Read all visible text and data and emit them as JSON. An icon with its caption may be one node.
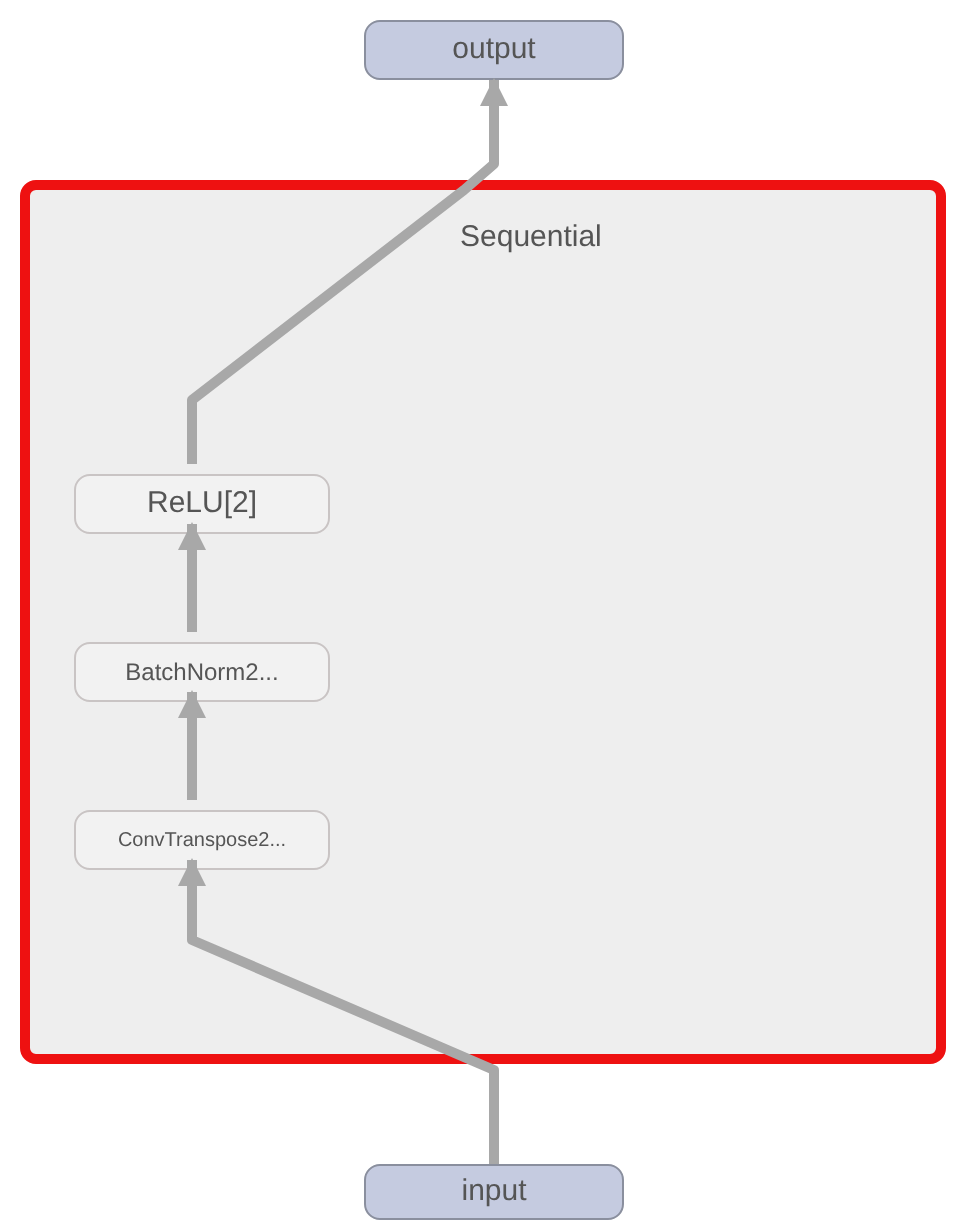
{
  "diagram": {
    "nodes": [
      {
        "text": [
          "output"
        ]
      },
      {
        "text": [
          "Sequential"
        ]
      },
      {
        "text": [
          "ReLU[2]"
        ],
        "in": 1
      },
      {
        "text": [
          "BatchNorm2..."
        ],
        "in": 1
      },
      {
        "text": [
          "ConvTranspose2..."
        ],
        "in": 1
      },
      {
        "text": [
          "input"
        ]
      }
    ],
    "edges": [
      {
        "from": 5,
        "to": 4,
        "arrow": "to"
      },
      {
        "from": 4,
        "to": 3,
        "arrow": "to"
      },
      {
        "from": 3,
        "to": 2,
        "arrow": "to"
      },
      {
        "from": 2,
        "to": 0,
        "arrow": "to"
      }
    ]
  }
}
